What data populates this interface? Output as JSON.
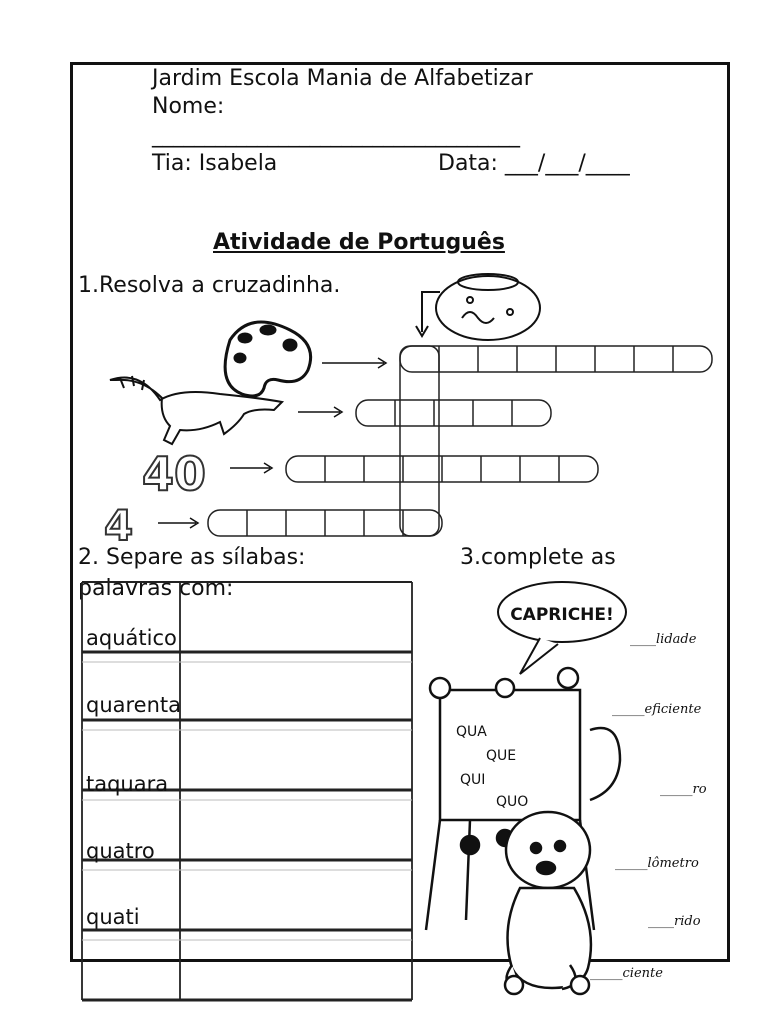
{
  "header": {
    "school": "Jardim Escola Mania de Alfabetizar",
    "name_label": "Nome:",
    "name_line": "___________________________________",
    "teacher": "Tia: Isabela",
    "date": "Data: ___/___/____"
  },
  "title": "Atividade de Português",
  "q1": {
    "instruction": "1.Resolva a cruzadinha.",
    "clues": [
      {
        "icon": "paint-palette-icon"
      },
      {
        "icon": "coati-icon"
      },
      {
        "icon": "number-40-icon",
        "text": "40"
      },
      {
        "icon": "number-4-icon",
        "text": "4"
      }
    ],
    "top_clue_icon": "fishbowl-icon"
  },
  "q2": {
    "instruction": "2. Separe as sílabas:",
    "instruction_cont": "palavras com:",
    "words": [
      "aquático",
      "quarenta",
      "taquara",
      "quatro",
      "quati"
    ]
  },
  "q3": {
    "instruction": "3.complete as",
    "speech_bubble": "CAPRICHE!",
    "board_syllables": [
      "QUA",
      "QUE",
      "QUI",
      "QUO"
    ],
    "fill_words": [
      {
        "blank": "____",
        "suffix": "lidade"
      },
      {
        "blank": "_____",
        "suffix": "eficiente"
      },
      {
        "blank": "_____",
        "suffix": "ro"
      },
      {
        "blank": "_____",
        "suffix": "lômetro"
      },
      {
        "blank": "____",
        "suffix": "rido"
      },
      {
        "blank": "_____",
        "suffix": "ciente"
      }
    ]
  }
}
